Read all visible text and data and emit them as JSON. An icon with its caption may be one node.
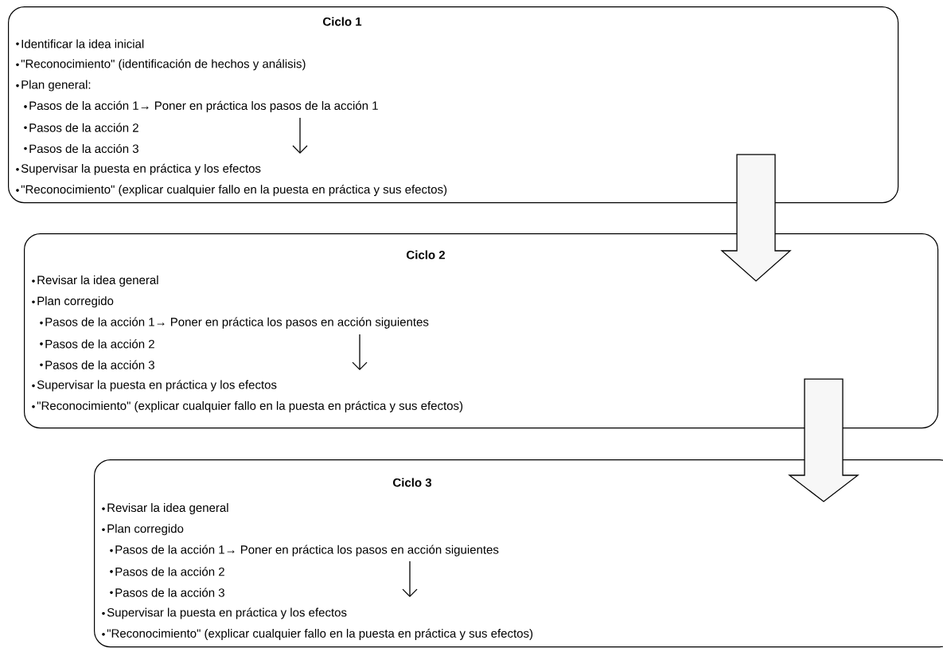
{
  "diagram": {
    "nodes": [
      {
        "text": [
          "Ciclo 1",
          "Identificar la idea inicial",
          "\"Reconocimiento\" (identificación de hechos y análisis)",
          "Plan general:",
          "Pasos de la acción 1→ Poner en práctica los pasos de la acción 1",
          "Pasos de la acción 2",
          "Pasos de la acción 3",
          "Supervisar la puesta en práctica y los efectos",
          "\"Reconocimiento\" (explicar cualquier fallo en la puesta en práctica y sus efectos)"
        ]
      },
      {
        "text": [
          "Ciclo 2",
          "Revisar la idea general",
          "Plan corregido",
          "Pasos de la acción 1→ Poner en práctica los pasos en acción siguientes",
          "Pasos de la acción 2",
          "Pasos de la acción 3",
          "Supervisar la puesta en práctica y los efectos",
          "\"Reconocimiento\" (explicar cualquier fallo en la puesta en práctica y sus efectos)"
        ]
      },
      {
        "text": [
          "Ciclo 3",
          "Revisar la idea general",
          "Plan corregido",
          "Pasos de la acción 1→ Poner en práctica los pasos en acción siguientes",
          "Pasos de la acción 2",
          "Pasos de la acción 3",
          "Supervisar la puesta en práctica y los efectos",
          "\"Reconocimiento\" (explicar cualquier fallo en la puesta en práctica y sus efectos)"
        ]
      }
    ],
    "edges": [
      {
        "from": 0,
        "to": 1,
        "arrow": "to"
      },
      {
        "from": 1,
        "to": 2,
        "arrow": "to"
      }
    ]
  }
}
